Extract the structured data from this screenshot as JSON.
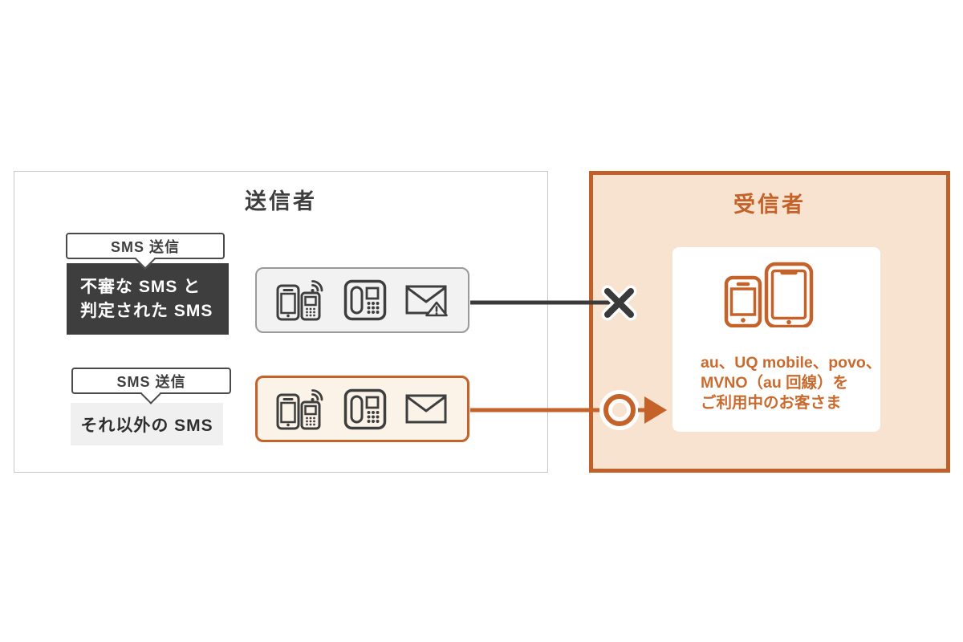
{
  "colors": {
    "accent_orange": "#C4622A",
    "orange_text": "#C96A2F",
    "receiver_panel_bg": "#F7E3D0",
    "dark": "#3E3E3E",
    "gray_iconbox_bg": "#F2F2F2",
    "gray_iconbox_border": "#9A9A9A",
    "orange_iconbox_bg": "#FBF2E8",
    "light_gray_box_bg": "#F0F0F0"
  },
  "sender": {
    "title": "送信者",
    "flows": [
      {
        "badge": "SMS 送信",
        "label_line1": "不審な SMS と",
        "label_line2": "判定された SMS",
        "result": "blocked"
      },
      {
        "badge": "SMS 送信",
        "label_line1": "それ以外の SMS",
        "result": "delivered"
      }
    ]
  },
  "receiver": {
    "title": "受信者",
    "line1": "au、UQ mobile、povo、",
    "line2": "MVNO（au 回線）を",
    "line3": "ご利用中のお客さま"
  },
  "icons": {
    "senders_device": "smartphone-and-feature-phone",
    "senders_landline": "desk-phone",
    "suspicious_mail": "envelope-with-warning",
    "normal_mail": "envelope",
    "blocked_symbol": "x-mark",
    "delivered_symbol": "circle-with-arrow",
    "receiver_devices": "two-smartphones"
  }
}
